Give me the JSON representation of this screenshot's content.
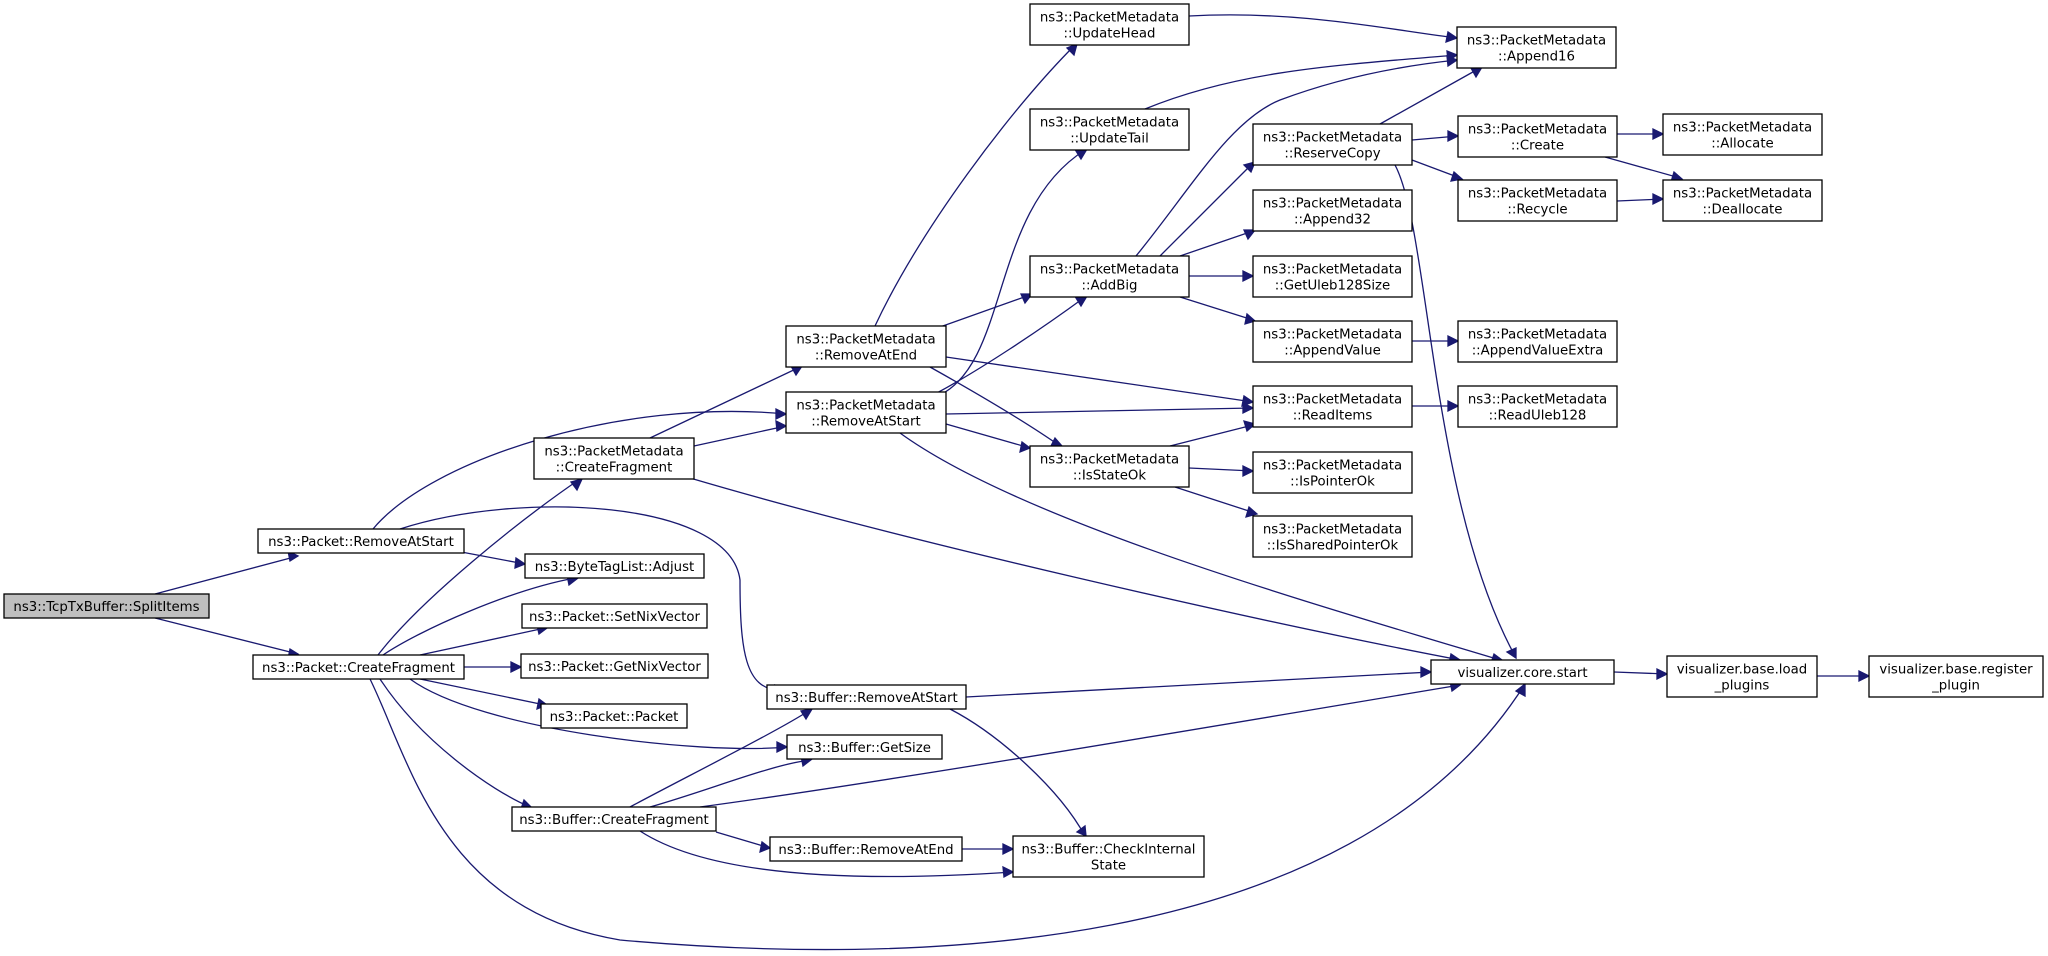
{
  "graph": {
    "nodes": [
      {
        "id": "split",
        "lines": [
          "ns3::TcpTxBuffer::SplitItems"
        ],
        "root": true
      },
      {
        "id": "pkt_remove",
        "lines": [
          "ns3::Packet::RemoveAtStart"
        ]
      },
      {
        "id": "pkt_createfrag",
        "lines": [
          "ns3::Packet::CreateFragment"
        ]
      },
      {
        "id": "pm_createfrag",
        "lines": [
          "ns3::PacketMetadata",
          "::CreateFragment"
        ]
      },
      {
        "id": "btl_adjust",
        "lines": [
          "ns3::ByteTagList::Adjust"
        ]
      },
      {
        "id": "pkt_setnix",
        "lines": [
          "ns3::Packet::SetNixVector"
        ]
      },
      {
        "id": "pkt_getnix",
        "lines": [
          "ns3::Packet::GetNixVector"
        ]
      },
      {
        "id": "pkt_packet",
        "lines": [
          "ns3::Packet::Packet"
        ]
      },
      {
        "id": "buf_createfrag",
        "lines": [
          "ns3::Buffer::CreateFragment"
        ]
      },
      {
        "id": "pm_removeend",
        "lines": [
          "ns3::PacketMetadata",
          "::RemoveAtEnd"
        ]
      },
      {
        "id": "pm_removestart",
        "lines": [
          "ns3::PacketMetadata",
          "::RemoveAtStart"
        ]
      },
      {
        "id": "buf_removestart",
        "lines": [
          "ns3::Buffer::RemoveAtStart"
        ]
      },
      {
        "id": "buf_getsize",
        "lines": [
          "ns3::Buffer::GetSize"
        ]
      },
      {
        "id": "buf_removeend",
        "lines": [
          "ns3::Buffer::RemoveAtEnd"
        ]
      },
      {
        "id": "pm_updatehead",
        "lines": [
          "ns3::PacketMetadata",
          "::UpdateHead"
        ]
      },
      {
        "id": "pm_updatetail",
        "lines": [
          "ns3::PacketMetadata",
          "::UpdateTail"
        ]
      },
      {
        "id": "pm_addbig",
        "lines": [
          "ns3::PacketMetadata",
          "::AddBig"
        ]
      },
      {
        "id": "pm_isstateok",
        "lines": [
          "ns3::PacketMetadata",
          "::IsStateOk"
        ]
      },
      {
        "id": "buf_checkinternal",
        "lines": [
          "ns3::Buffer::CheckInternal",
          "State"
        ]
      },
      {
        "id": "pm_reservecopy",
        "lines": [
          "ns3::PacketMetadata",
          "::ReserveCopy"
        ]
      },
      {
        "id": "pm_append32",
        "lines": [
          "ns3::PacketMetadata",
          "::Append32"
        ]
      },
      {
        "id": "pm_getuleb",
        "lines": [
          "ns3::PacketMetadata",
          "::GetUleb128Size"
        ]
      },
      {
        "id": "pm_appendvalue",
        "lines": [
          "ns3::PacketMetadata",
          "::AppendValue"
        ]
      },
      {
        "id": "pm_readitems",
        "lines": [
          "ns3::PacketMetadata",
          "::ReadItems"
        ]
      },
      {
        "id": "pm_ispointerok",
        "lines": [
          "ns3::PacketMetadata",
          "::IsPointerOk"
        ]
      },
      {
        "id": "pm_issharedpointerok",
        "lines": [
          "ns3::PacketMetadata",
          "::IsSharedPointerOk"
        ]
      },
      {
        "id": "pm_append16",
        "lines": [
          "ns3::PacketMetadata",
          "::Append16"
        ]
      },
      {
        "id": "vis_core_start",
        "lines": [
          "visualizer.core.start"
        ]
      },
      {
        "id": "pm_create",
        "lines": [
          "ns3::PacketMetadata",
          "::Create"
        ]
      },
      {
        "id": "pm_recycle",
        "lines": [
          "ns3::PacketMetadata",
          "::Recycle"
        ]
      },
      {
        "id": "pm_appendvalueextra",
        "lines": [
          "ns3::PacketMetadata",
          "::AppendValueExtra"
        ]
      },
      {
        "id": "pm_readuleb",
        "lines": [
          "ns3::PacketMetadata",
          "::ReadUleb128"
        ]
      },
      {
        "id": "pm_allocate",
        "lines": [
          "ns3::PacketMetadata",
          "::Allocate"
        ]
      },
      {
        "id": "pm_deallocate",
        "lines": [
          "ns3::PacketMetadata",
          "::Deallocate"
        ]
      },
      {
        "id": "vis_load_plugins",
        "lines": [
          "visualizer.base.load",
          "_plugins"
        ]
      },
      {
        "id": "vis_register_plugin",
        "lines": [
          "visualizer.base.register",
          "_plugin"
        ]
      }
    ],
    "edges": [
      [
        "split",
        "pkt_remove"
      ],
      [
        "split",
        "pkt_createfrag"
      ],
      [
        "pkt_remove",
        "pm_removestart"
      ],
      [
        "pkt_remove",
        "btl_adjust"
      ],
      [
        "pkt_remove",
        "buf_removestart"
      ],
      [
        "pkt_createfrag",
        "pm_createfrag"
      ],
      [
        "pkt_createfrag",
        "btl_adjust"
      ],
      [
        "pkt_createfrag",
        "pkt_setnix"
      ],
      [
        "pkt_createfrag",
        "pkt_getnix"
      ],
      [
        "pkt_createfrag",
        "pkt_packet"
      ],
      [
        "pkt_createfrag",
        "buf_getsize"
      ],
      [
        "pkt_createfrag",
        "buf_createfrag"
      ],
      [
        "pkt_createfrag",
        "vis_core_start"
      ],
      [
        "pm_createfrag",
        "pm_removeend"
      ],
      [
        "pm_createfrag",
        "pm_removestart"
      ],
      [
        "pm_createfrag",
        "vis_core_start"
      ],
      [
        "buf_createfrag",
        "buf_removestart"
      ],
      [
        "buf_createfrag",
        "buf_getsize"
      ],
      [
        "buf_createfrag",
        "buf_removeend"
      ],
      [
        "buf_createfrag",
        "buf_checkinternal"
      ],
      [
        "buf_createfrag",
        "vis_core_start"
      ],
      [
        "buf_removestart",
        "buf_checkinternal"
      ],
      [
        "buf_removestart",
        "vis_core_start"
      ],
      [
        "buf_removeend",
        "buf_checkinternal"
      ],
      [
        "pm_removeend",
        "pm_updatehead"
      ],
      [
        "pm_removeend",
        "pm_addbig"
      ],
      [
        "pm_removeend",
        "pm_isstateok"
      ],
      [
        "pm_removeend",
        "pm_readitems"
      ],
      [
        "pm_removestart",
        "pm_updatetail"
      ],
      [
        "pm_removestart",
        "pm_addbig"
      ],
      [
        "pm_removestart",
        "pm_readitems"
      ],
      [
        "pm_removestart",
        "pm_isstateok"
      ],
      [
        "pm_removestart",
        "vis_core_start"
      ],
      [
        "pm_updatehead",
        "pm_append16"
      ],
      [
        "pm_updatetail",
        "pm_append16"
      ],
      [
        "pm_addbig",
        "pm_append16"
      ],
      [
        "pm_addbig",
        "pm_reservecopy"
      ],
      [
        "pm_addbig",
        "pm_append32"
      ],
      [
        "pm_addbig",
        "pm_getuleb"
      ],
      [
        "pm_addbig",
        "pm_appendvalue"
      ],
      [
        "pm_isstateok",
        "pm_readitems"
      ],
      [
        "pm_isstateok",
        "pm_ispointerok"
      ],
      [
        "pm_isstateok",
        "pm_issharedpointerok"
      ],
      [
        "pm_reservecopy",
        "pm_append16"
      ],
      [
        "pm_reservecopy",
        "pm_create"
      ],
      [
        "pm_reservecopy",
        "pm_recycle"
      ],
      [
        "pm_reservecopy",
        "vis_core_start"
      ],
      [
        "pm_appendvalue",
        "pm_appendvalueextra"
      ],
      [
        "pm_readitems",
        "pm_readuleb"
      ],
      [
        "pm_create",
        "pm_allocate"
      ],
      [
        "pm_create",
        "pm_deallocate"
      ],
      [
        "pm_recycle",
        "pm_deallocate"
      ],
      [
        "vis_core_start",
        "vis_load_plugins"
      ],
      [
        "vis_load_plugins",
        "vis_register_plugin"
      ]
    ]
  },
  "colors": {
    "edge": "#191970",
    "node_border": "#000000",
    "node_fill": "#ffffff",
    "root_fill": "#bfbfbf"
  }
}
